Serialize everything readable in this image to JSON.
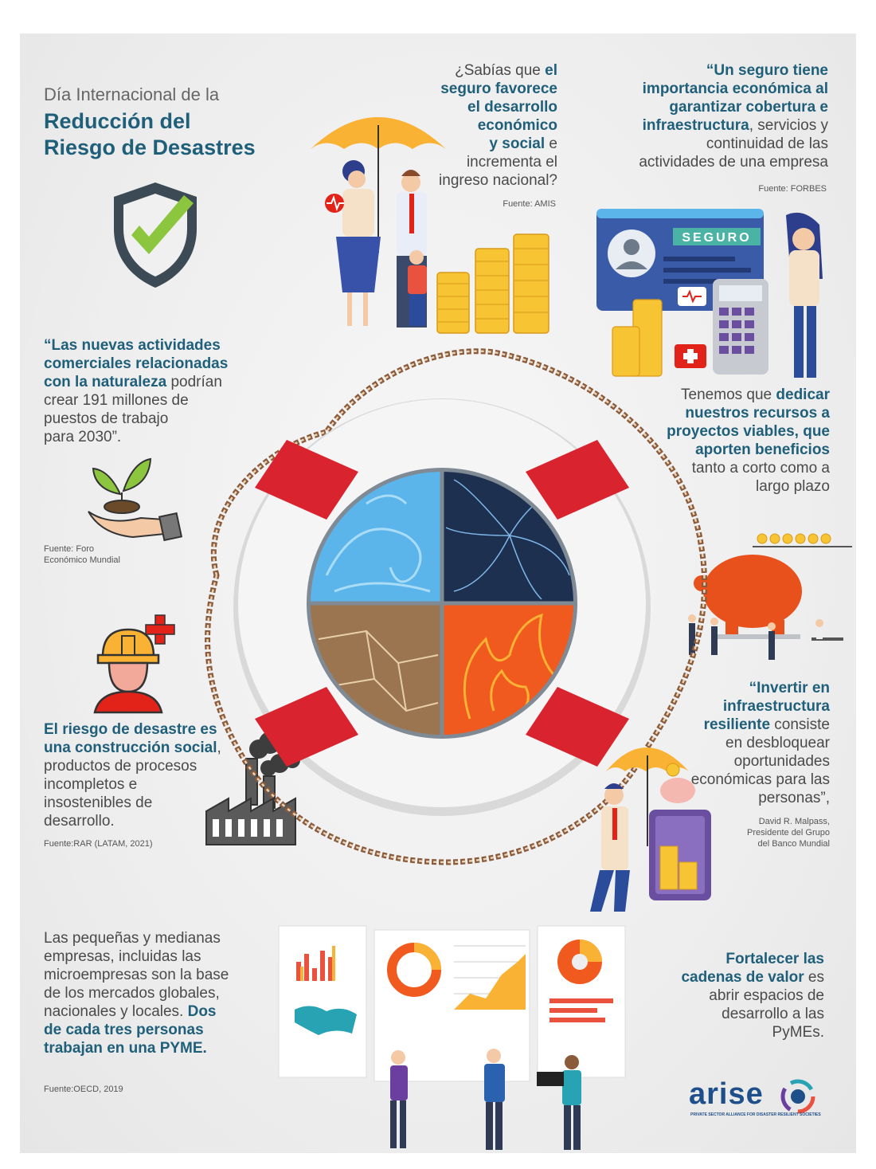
{
  "header": {
    "title_line1": "Día Internacional de la",
    "title_line2a": "Reducción del",
    "title_line2b": "Riesgo de Desastres"
  },
  "block_amis": {
    "pre": "¿Sabías que ",
    "hl": [
      "el",
      "seguro favorece",
      "el desarrollo",
      "económico",
      "y social"
    ],
    "post": [
      " e",
      "incrementa el",
      "ingreso nacional?"
    ],
    "source": "Fuente: AMIS"
  },
  "block_forbes": {
    "hl": [
      "“Un seguro tiene",
      "importancia económica al",
      "garantizar cobertura e",
      "infraestructura"
    ],
    "post": [
      ", servicios y",
      "continuidad de las",
      "actividades de una empresa"
    ],
    "source": "Fuente: FORBES",
    "card_label": "SEGURO"
  },
  "block_foro": {
    "hl": [
      "“Las nuevas actividades",
      "comerciales relacionadas",
      "con la naturaleza"
    ],
    "post": [
      " podrían",
      "crear 191 millones de",
      "puestos de trabajo",
      "para 2030”."
    ],
    "source_line1": "Fuente: Foro",
    "source_line2": "Económico Mundial"
  },
  "block_recursos": {
    "pre": "Tenemos que ",
    "hl": [
      "dedicar",
      "nuestros recursos a",
      "proyectos viables, que",
      "aporten beneficios"
    ],
    "post": [
      "tanto a corto como a",
      "largo plazo"
    ]
  },
  "block_rar": {
    "hl": [
      "El riesgo de desastre es",
      "una construcción social"
    ],
    "post": [
      ",",
      "productos de procesos",
      "incompletos e",
      "insostenibles de",
      "desarrollo."
    ],
    "source": "Fuente:RAR (LATAM, 2021)"
  },
  "block_malpass": {
    "hl": [
      "“Invertir en",
      "infraestructura",
      "resiliente"
    ],
    "post": [
      " consiste",
      "en desbloquear",
      "oportunidades",
      "económicas para las",
      "personas”,"
    ],
    "source_line1": "David R. Malpass,",
    "source_line2": "Presidente del Grupo",
    "source_line3": "del Banco Mundial"
  },
  "block_oecd": {
    "post": [
      "Las pequeñas y medianas",
      "empresas, incluidas las",
      "microempresas son la base",
      "de los mercados globales,",
      "nacionales y locales. "
    ],
    "hl": [
      "Dos",
      "de cada tres personas",
      "trabajan en una PYME."
    ],
    "source": "Fuente:OECD, 2019"
  },
  "block_cadenas": {
    "hl": [
      "Fortalecer las",
      "cadenas de valor"
    ],
    "post": [
      " es",
      "abrir espacios de",
      "desarrollo a las",
      "PyMEs."
    ]
  },
  "logo": {
    "name": "arise",
    "tagline": "PRIVATE SECTOR ALLIANCE FOR DISASTER RESILIENT SOCIETIES"
  },
  "colors": {
    "accent": "#1f5f7a",
    "text": "#4a4a4a",
    "ring_red": "#d9232e",
    "water": "#5bb4ea",
    "wind": "#1d3050",
    "earth": "#9a7550",
    "fire": "#f05a1e",
    "gold": "#f7c533"
  }
}
